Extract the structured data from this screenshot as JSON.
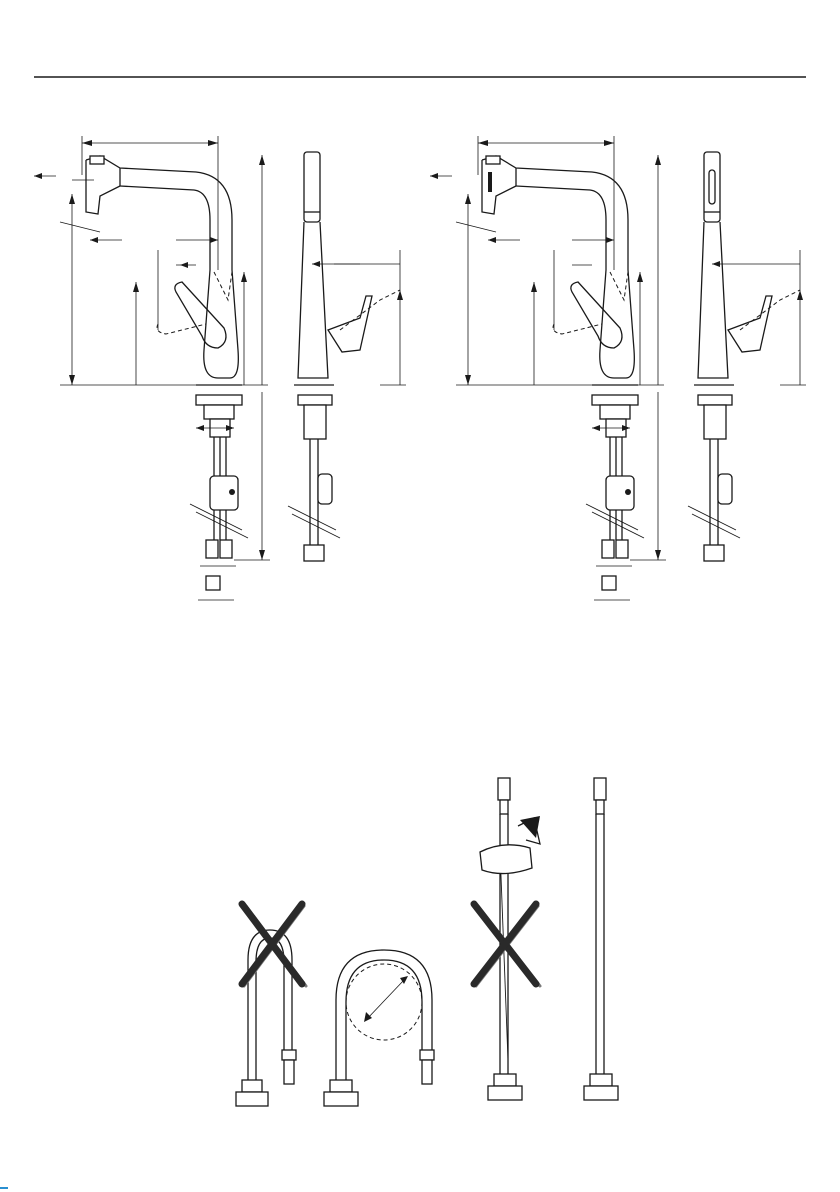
{
  "header": {
    "rule": true
  },
  "figure_top": {
    "views": [
      "faucet-a-side",
      "faucet-a-front",
      "faucet-b-side",
      "faucet-b-front"
    ]
  },
  "figure_bottom": {
    "hoses": [
      "hose-kinked-wrong",
      "hose-bend-radius-correct",
      "hose-twisted-wrong",
      "hose-straight-correct"
    ]
  },
  "colors": {
    "ink": "#1a1a1a",
    "paper": "#ffffff",
    "cross": "#2a2a2a"
  }
}
